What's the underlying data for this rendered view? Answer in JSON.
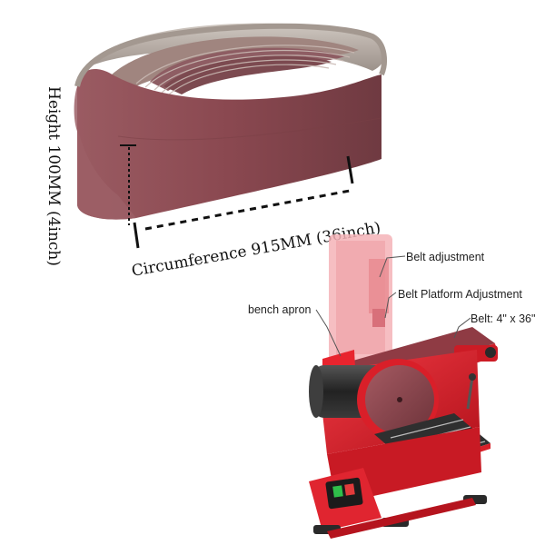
{
  "dimensions": {
    "height_label": "Height 100MM (4inch)",
    "circumference_label": "Circumference 915MM (36inch)"
  },
  "callouts": {
    "belt_adjustment": "Belt adjustment",
    "belt_platform_adjustment": "Belt Platform Adjustment",
    "bench_apron": "bench apron",
    "belt_size": "Belt: 4\" x 36\""
  },
  "colors": {
    "belt_maroon": "#8a4a52",
    "belt_inner": "#b8a9a2",
    "machine_red": "#e0232e",
    "dark": "#2a2a2a"
  }
}
